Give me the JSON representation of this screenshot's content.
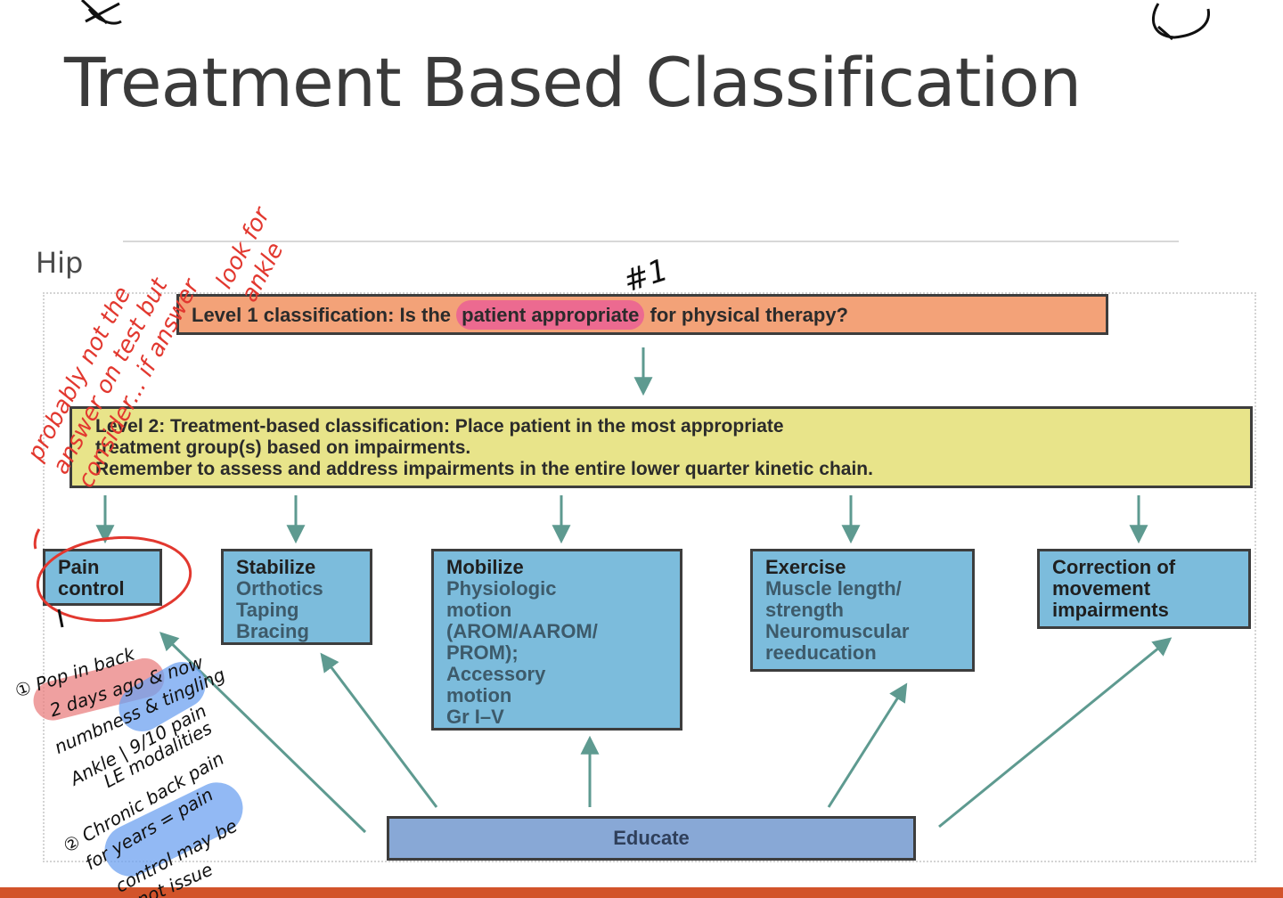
{
  "slide": {
    "title": "Treatment Based Classification",
    "section_label": "Hip"
  },
  "diagram": {
    "level1": {
      "before": "Level 1 classification: Is the ",
      "highlight": "patient appropriate",
      "after": " for physical therapy?"
    },
    "level2": {
      "line1": "Level 2: Treatment-based classification: Place patient in the most appropriate",
      "line2": "treatment group(s) based on impairments.",
      "line3": "Remember to assess and address impairments in the entire lower quarter kinetic chain."
    },
    "groups": [
      {
        "title": "Pain control",
        "items": []
      },
      {
        "title": "Stabilize",
        "items": [
          "Orthotics",
          "Taping",
          "Bracing"
        ]
      },
      {
        "title": "Mobilize",
        "items": [
          "Physiologic",
          "motion",
          "(AROM/AAROM/",
          "PROM);",
          "Accessory",
          "motion",
          "Gr I–V"
        ]
      },
      {
        "title": "Exercise",
        "items": [
          "Muscle length/",
          "strength",
          "Neuromuscular",
          "reeducation"
        ]
      },
      {
        "title": "Correction of movement impairments",
        "items": []
      }
    ],
    "educate": "Educate"
  },
  "annotations": {
    "number_mark": "#1",
    "red_note": [
      "probably not the",
      "answer on test but",
      "consider... if answer",
      "look for",
      "ankle"
    ],
    "left_notes": [
      "① Pop in back",
      "2 days ago & now",
      "numbness & tingling",
      "Ankle | 9/10 pain",
      "LE modalities",
      "② Chronic back pain",
      "for years = pain",
      "control may be",
      "not issue"
    ]
  },
  "colors": {
    "level1_fill": "#f3a278",
    "highlight_pink": "#ec6a90",
    "level2_fill": "#e8e48a",
    "group_fill": "#7cbcdc",
    "educate_fill": "#88a8d6",
    "arrow": "#5e9a90",
    "annotation_red": "#e2382f",
    "annotation_blue": "#6ea2f0",
    "annotation_salmon": "#ea8080",
    "accent_bar": "#d2532a"
  }
}
